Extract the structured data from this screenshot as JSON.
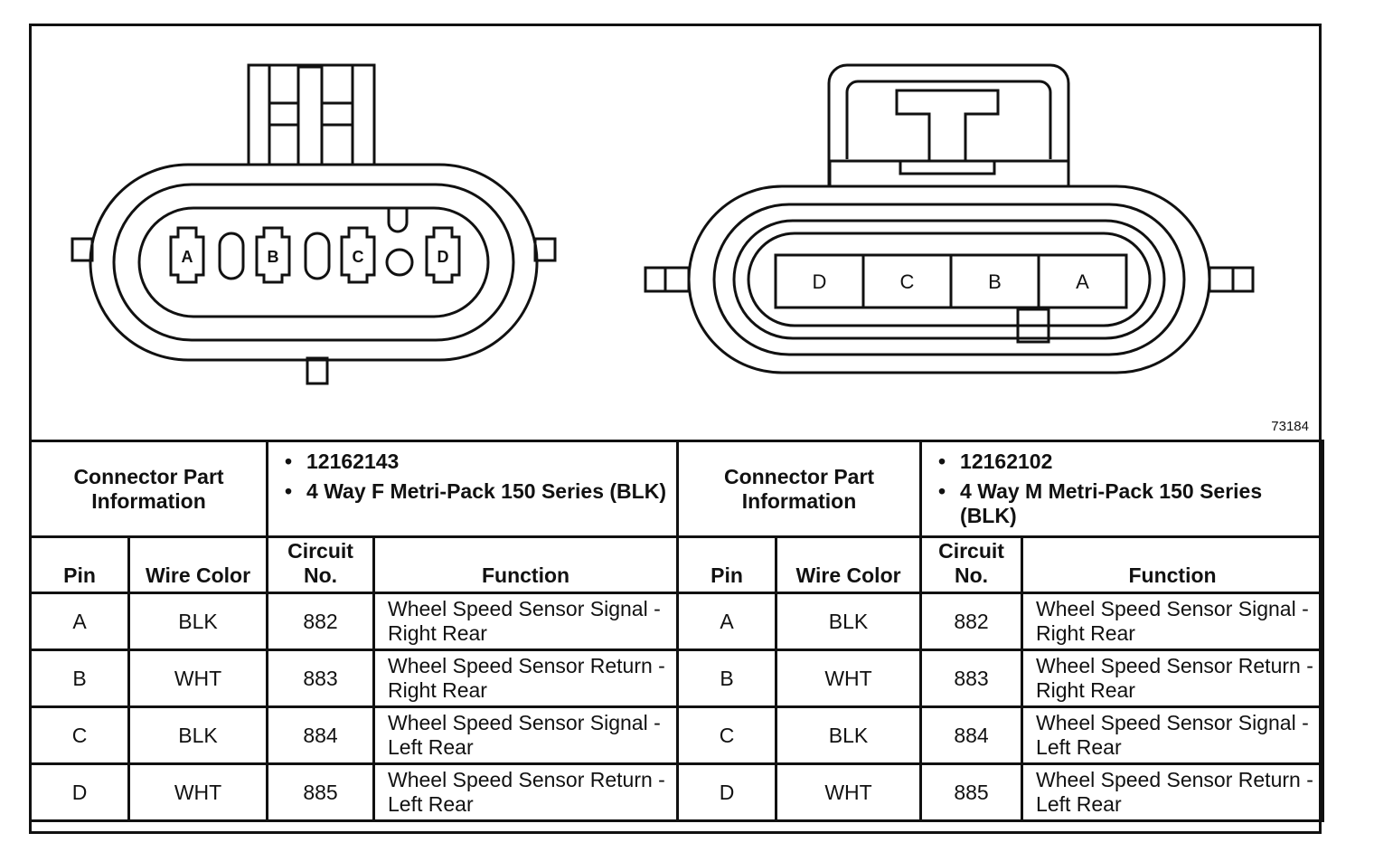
{
  "figure": {
    "id": "73184",
    "connector_left": {
      "cavities": [
        "A",
        "B",
        "C",
        "D"
      ]
    },
    "connector_right": {
      "cavities": [
        "D",
        "C",
        "B",
        "A"
      ]
    }
  },
  "left": {
    "info_label": "Connector Part Information",
    "info_items": [
      "12162143",
      "4 Way F Metri-Pack 150 Series (BLK)"
    ]
  },
  "right": {
    "info_label": "Connector Part Information",
    "info_items": [
      "12162102",
      "4 Way M Metri-Pack 150 Series (BLK)"
    ]
  },
  "columns": {
    "pin": "Pin",
    "wire_color": "Wire Color",
    "circuit": "Circuit No.",
    "function": "Function"
  },
  "rows": [
    {
      "pin": "A",
      "wire_color": "BLK",
      "circuit": "882",
      "function": "Wheel Speed Sensor Signal - Right Rear"
    },
    {
      "pin": "B",
      "wire_color": "WHT",
      "circuit": "883",
      "function": "Wheel Speed Sensor Return - Right Rear"
    },
    {
      "pin": "C",
      "wire_color": "BLK",
      "circuit": "884",
      "function": "Wheel Speed Sensor Signal - Left Rear"
    },
    {
      "pin": "D",
      "wire_color": "WHT",
      "circuit": "885",
      "function": "Wheel Speed Sensor Return - Left Rear"
    }
  ]
}
